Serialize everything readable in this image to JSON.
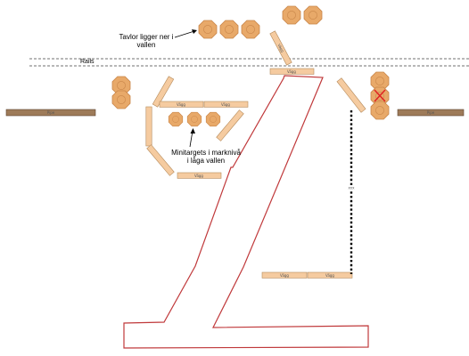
{
  "labels": {
    "tavlor_line1": "Tavlor ligger ner i",
    "tavlor_line2": "vallen",
    "rails": "Rails",
    "minitargets_line1": "Minitargets i marknivå",
    "minitargets_line2": "i låga vallen"
  },
  "wall_label": "Vägg",
  "pipe_label": "Pipe",
  "small_label": "xxx",
  "colors": {
    "wall_fill": "#f5cba0",
    "wall_stroke": "#b58a5a",
    "target_fill": "#e8a969",
    "target_stroke": "#c9864a",
    "course_outline": "#c0393b",
    "pipe_fill": "#9e7b59",
    "marker_x": "#e02424"
  }
}
